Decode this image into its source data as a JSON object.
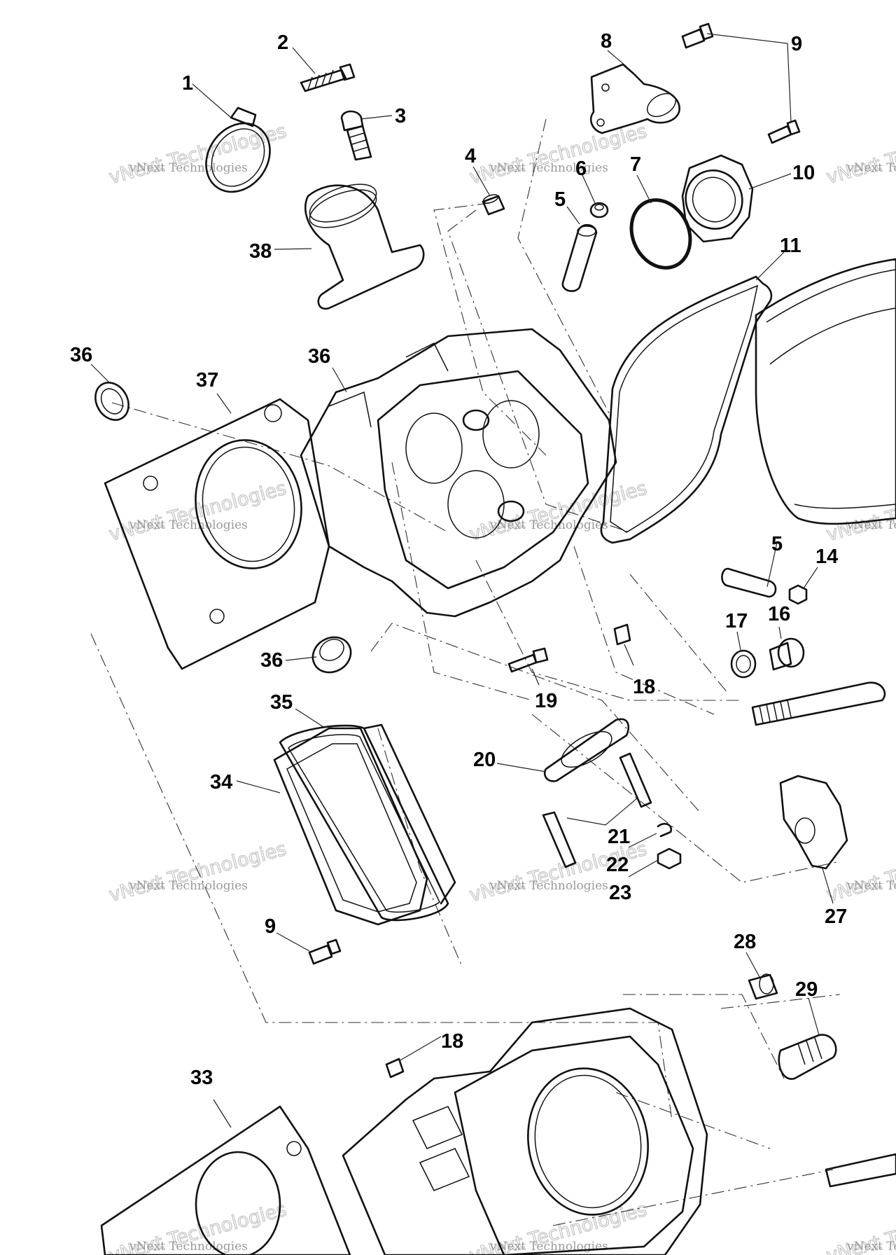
{
  "callouts": [
    {
      "id": "c1",
      "text": "1"
    },
    {
      "id": "c2",
      "text": "2"
    },
    {
      "id": "c3",
      "text": "3"
    },
    {
      "id": "c4",
      "text": "4"
    },
    {
      "id": "c5a",
      "text": "5"
    },
    {
      "id": "c5b",
      "text": "5"
    },
    {
      "id": "c6",
      "text": "6"
    },
    {
      "id": "c7",
      "text": "7"
    },
    {
      "id": "c8",
      "text": "8"
    },
    {
      "id": "c9a",
      "text": "9"
    },
    {
      "id": "c9b",
      "text": "9"
    },
    {
      "id": "c10",
      "text": "10"
    },
    {
      "id": "c11",
      "text": "11"
    },
    {
      "id": "c14",
      "text": "14"
    },
    {
      "id": "c16",
      "text": "16"
    },
    {
      "id": "c17",
      "text": "17"
    },
    {
      "id": "c18a",
      "text": "18"
    },
    {
      "id": "c18b",
      "text": "18"
    },
    {
      "id": "c19",
      "text": "19"
    },
    {
      "id": "c20",
      "text": "20"
    },
    {
      "id": "c21",
      "text": "21"
    },
    {
      "id": "c22",
      "text": "22"
    },
    {
      "id": "c23",
      "text": "23"
    },
    {
      "id": "c27",
      "text": "27"
    },
    {
      "id": "c28",
      "text": "28"
    },
    {
      "id": "c29",
      "text": "29"
    },
    {
      "id": "c33",
      "text": "33"
    },
    {
      "id": "c34",
      "text": "34"
    },
    {
      "id": "c35",
      "text": "35"
    },
    {
      "id": "c36a",
      "text": "36"
    },
    {
      "id": "c36b",
      "text": "36"
    },
    {
      "id": "c36c",
      "text": "36"
    },
    {
      "id": "c37",
      "text": "37"
    },
    {
      "id": "c38",
      "text": "38"
    }
  ],
  "watermark": {
    "line1": "vNext Technologies",
    "line2": "vNext Technologies"
  }
}
